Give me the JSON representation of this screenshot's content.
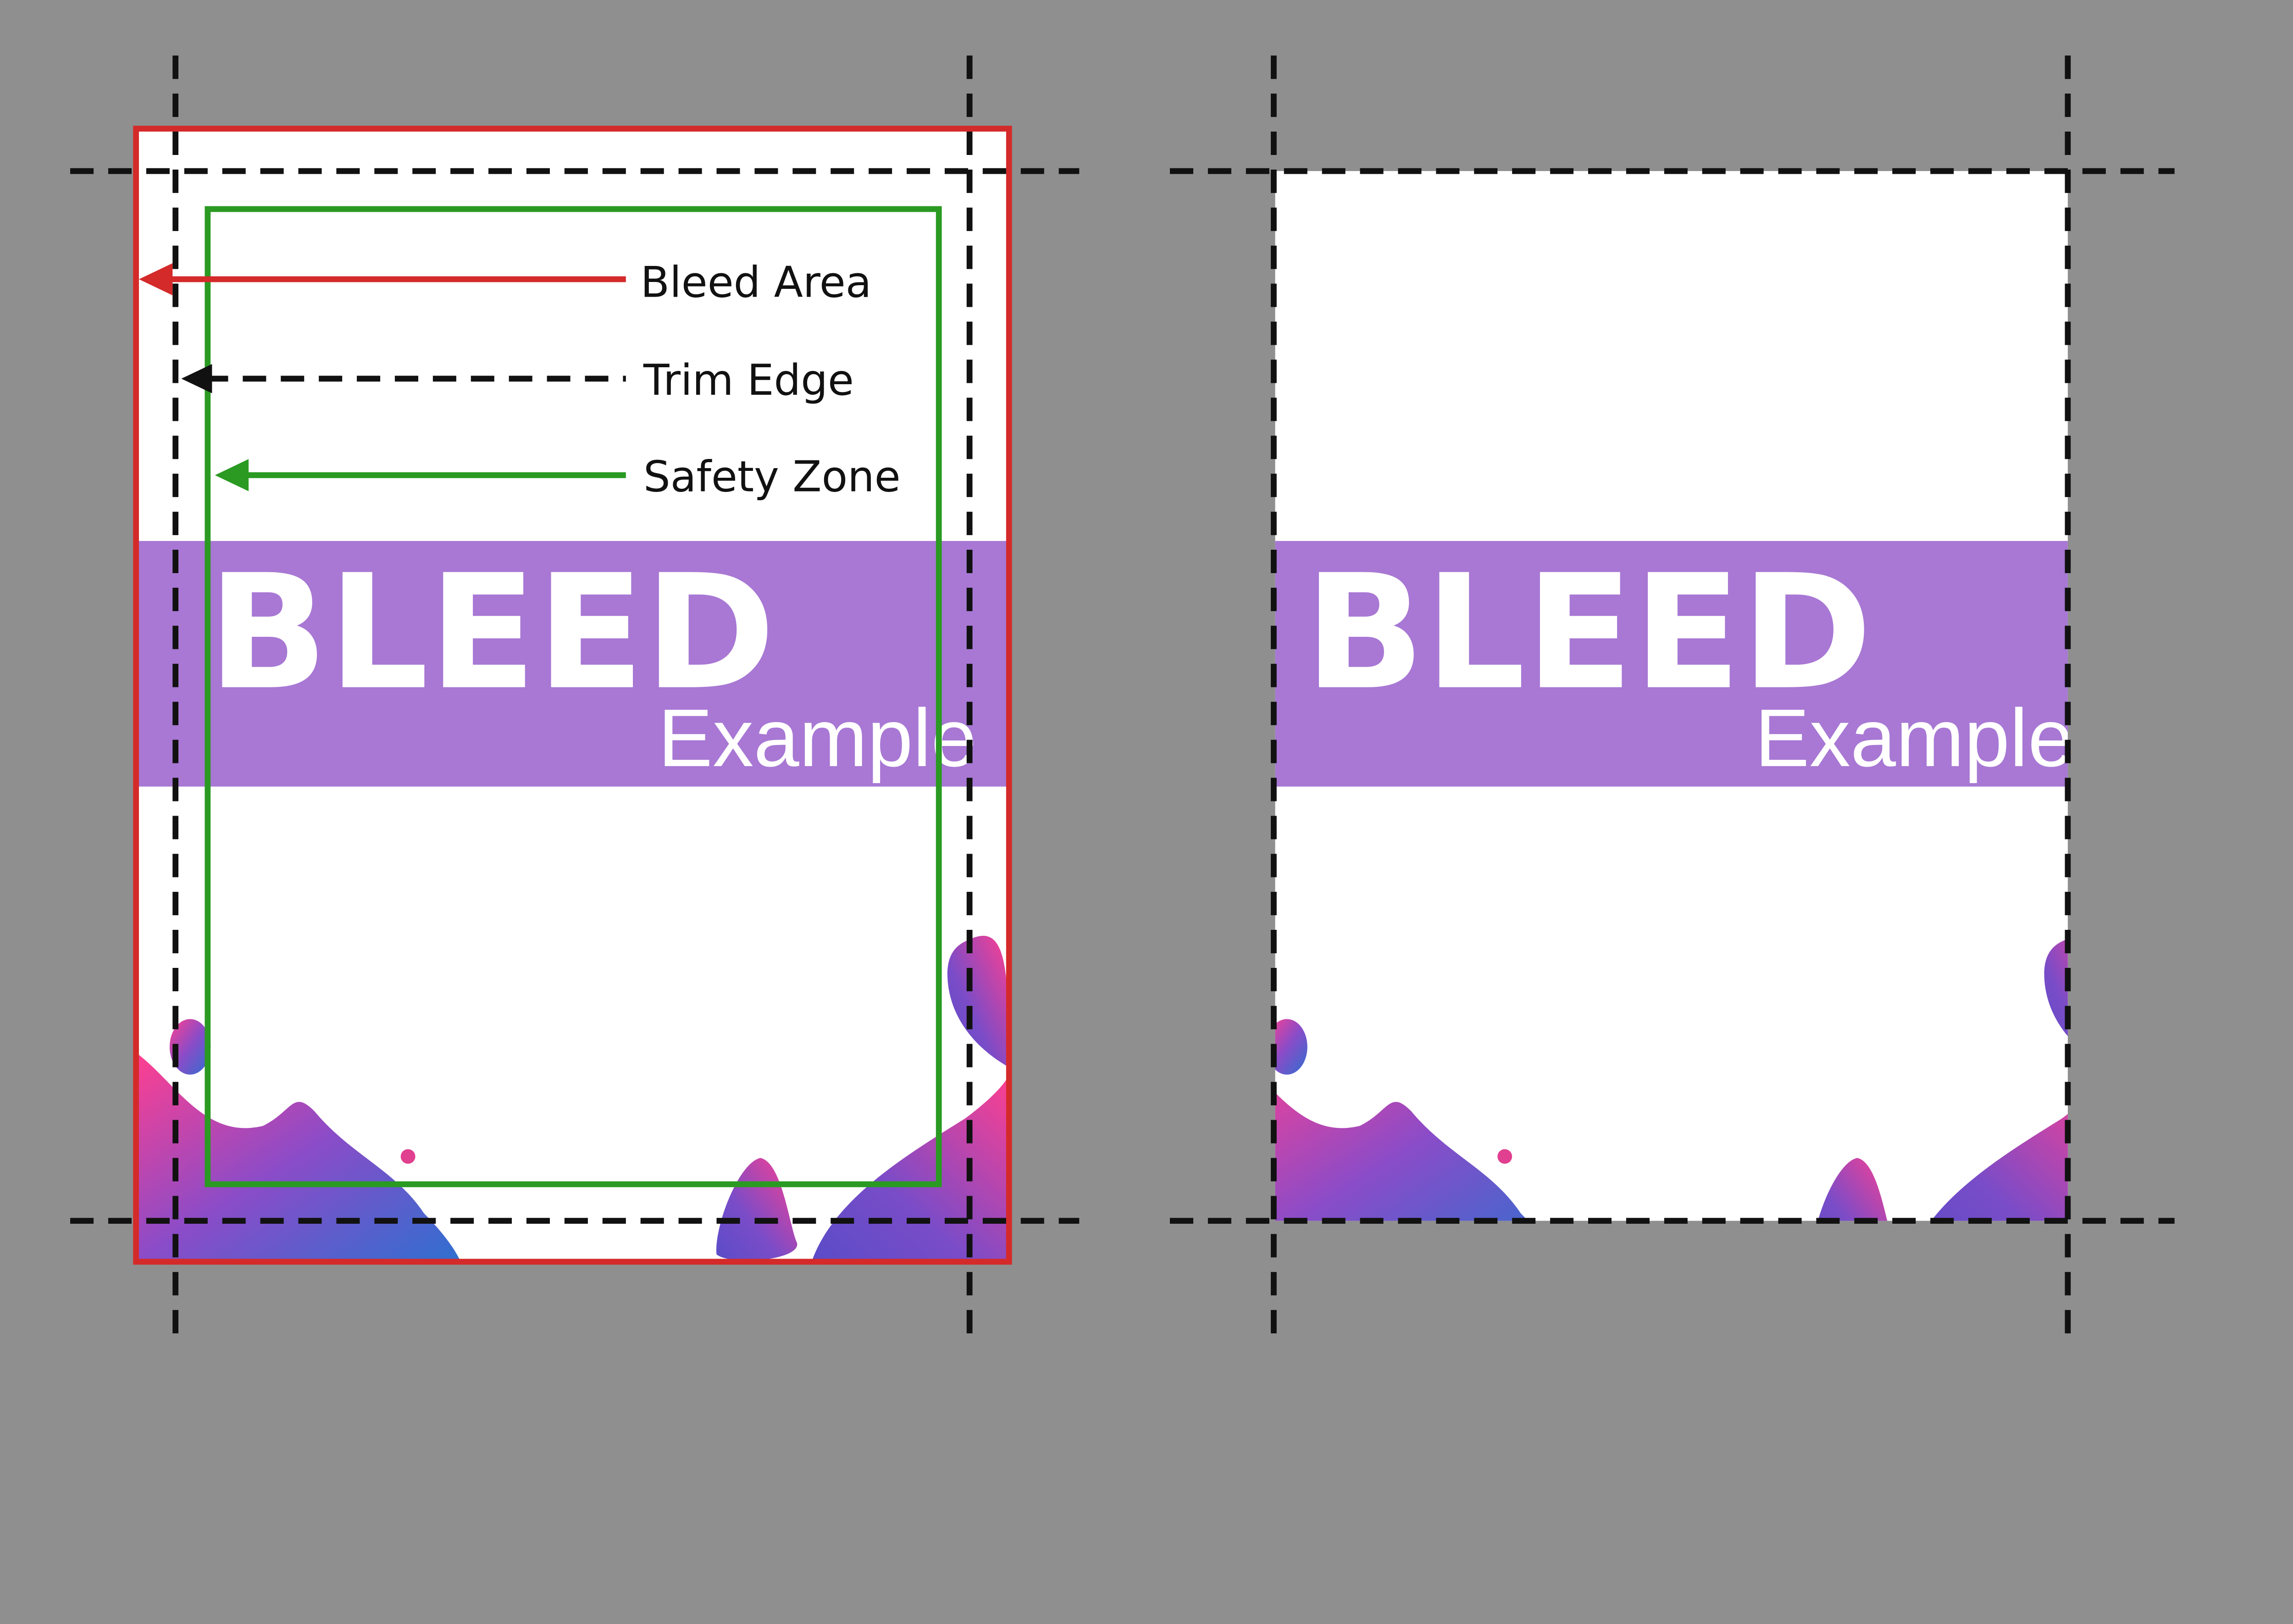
{
  "colors": {
    "background": "#8f8f8f",
    "bleed": "#d42a2a",
    "trim": "#111111",
    "safety": "#2a9a22",
    "band": "#a878d4",
    "blob_pink": "#ff3f8f",
    "blob_purple": "#8a4cc8",
    "blob_blue": "#2f6fd0"
  },
  "left_panel": {
    "headline": "BLEED",
    "subline": "Example",
    "labels": {
      "bleed_area": "Bleed Area",
      "trim_edge": "Trim Edge",
      "safety_zone": "Safety Zone"
    }
  },
  "right_panel": {
    "headline": "BLEED",
    "subline": "Example"
  }
}
